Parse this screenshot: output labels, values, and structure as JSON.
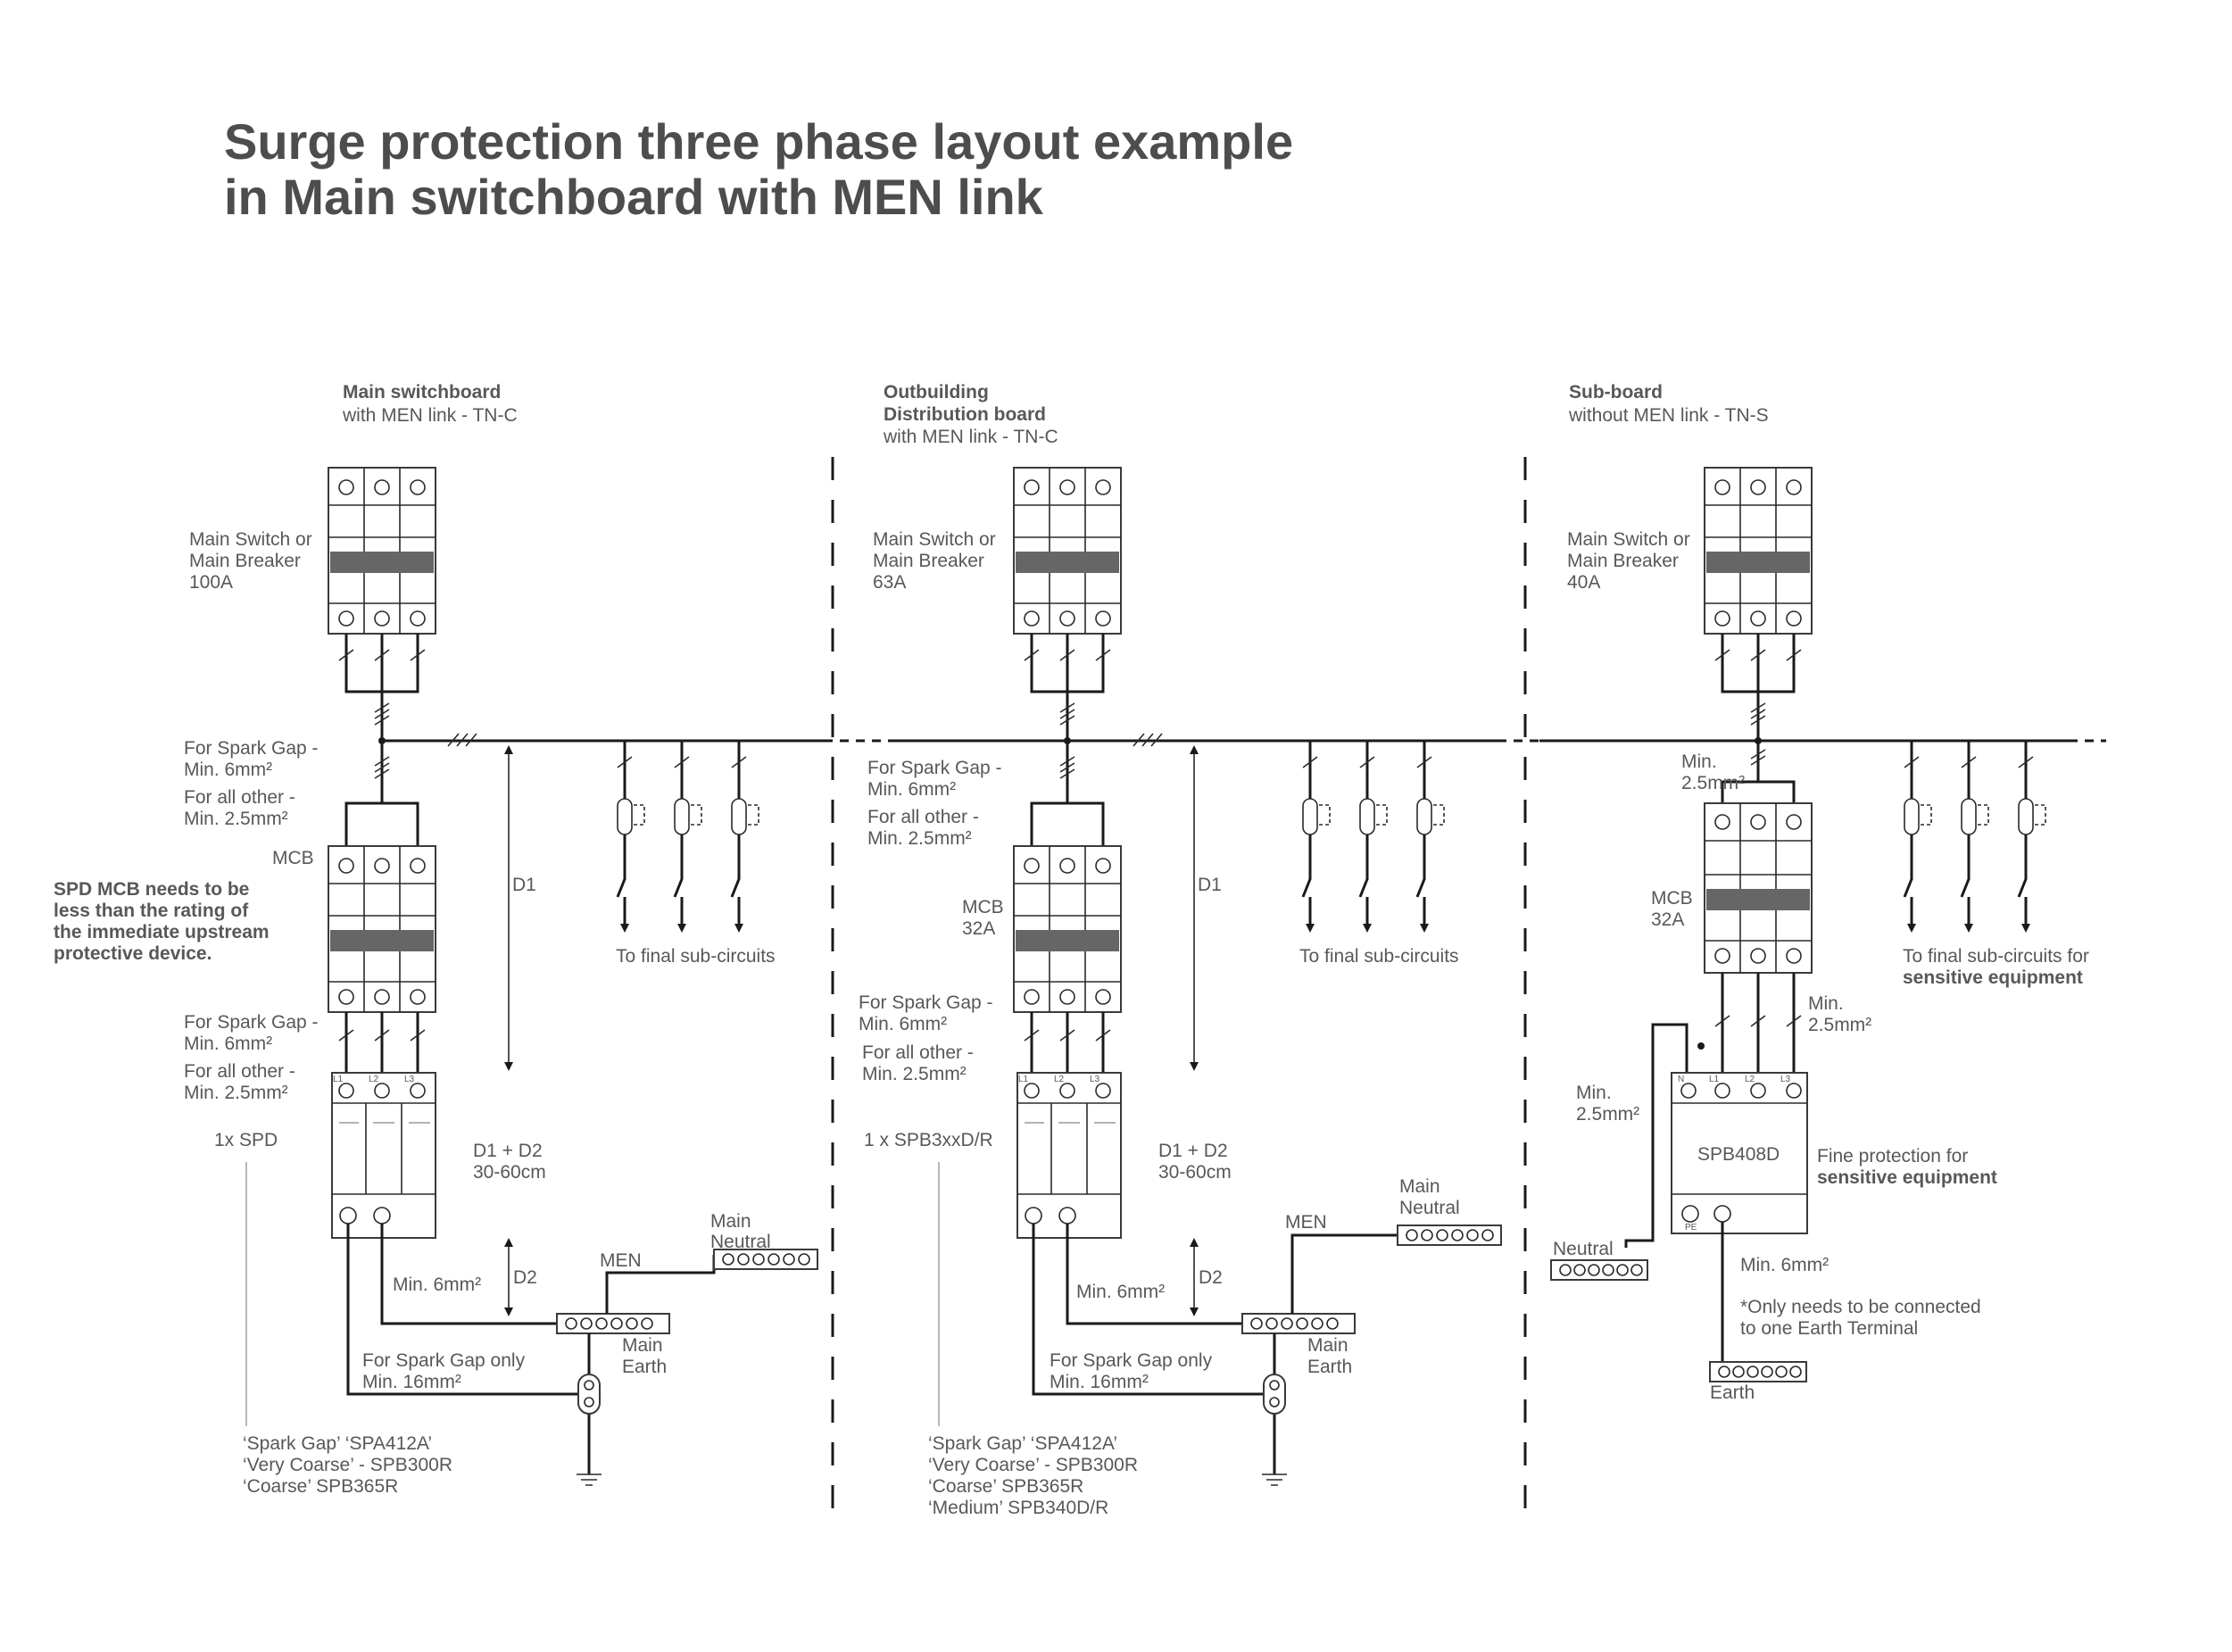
{
  "title": {
    "line1": "Surge protection three phase layout example",
    "line2": "in Main switchboard with MEN link"
  },
  "main": {
    "heading": "Main switchboard",
    "subheading": "with MEN link - TN-C",
    "main_switch": [
      "Main Switch or",
      "Main Breaker",
      "100A"
    ],
    "cable_note": [
      "For Spark Gap -",
      "Min. 6mm²",
      "For all other -",
      "Min. 2.5mm²"
    ],
    "mcb": "MCB",
    "spd_note": [
      "SPD MCB needs to be",
      "less than the rating of",
      "the immediate upstream",
      "protective device."
    ],
    "cable_note2": [
      "For Spark Gap -",
      "Min. 6mm²",
      "For all other -",
      "Min. 2.5mm²"
    ],
    "spd_count": "1x SPD",
    "d1": "D1",
    "d1d2": [
      "D1 + D2",
      "30-60cm"
    ],
    "d2": "D2",
    "min6": "Min. 6mm²",
    "men": "MEN",
    "main_neutral": [
      "Main",
      "Neutral"
    ],
    "main_earth": [
      "Main",
      "Earth"
    ],
    "spark_gap_only": [
      "For Spark Gap only",
      "Min. 16mm²"
    ],
    "to_final": "To final sub-circuits",
    "products": [
      "‘Spark Gap’ ‘SPA412A’",
      "‘Very Coarse’ - SPB300R",
      "‘Coarse’ SPB365R"
    ],
    "terminals": [
      "L1",
      "L2",
      "L3"
    ]
  },
  "outbuilding": {
    "heading": [
      "Outbuilding",
      "Distribution board"
    ],
    "subheading": "with MEN link - TN-C",
    "main_switch": [
      "Main Switch or",
      "Main Breaker",
      "63A"
    ],
    "cable_note": [
      "For Spark Gap -",
      "Min. 6mm²",
      "For all other -",
      "Min. 2.5mm²"
    ],
    "mcb": [
      "MCB",
      "32A"
    ],
    "cable_note2": [
      "For Spark Gap -",
      "Min. 6mm²",
      "For all other -",
      "Min. 2.5mm²"
    ],
    "spd_count": "1 x SPB3xxD/R",
    "d1": "D1",
    "d1d2": [
      "D1 + D2",
      "30-60cm"
    ],
    "d2": "D2",
    "min6": "Min. 6mm²",
    "men": "MEN",
    "main_neutral": [
      "Main",
      "Neutral"
    ],
    "main_earth": [
      "Main",
      "Earth"
    ],
    "spark_gap_only": [
      "For Spark Gap only",
      "Min. 16mm²"
    ],
    "to_final": "To final sub-circuits",
    "products": [
      "‘Spark Gap’ ‘SPA412A’",
      "‘Very Coarse’ - SPB300R",
      "‘Coarse’ SPB365R",
      "‘Medium’ SPB340D/R"
    ],
    "terminals": [
      "L1",
      "L2",
      "L3"
    ]
  },
  "sub": {
    "heading": "Sub-board",
    "subheading": "without MEN link - TN-S",
    "main_switch": [
      "Main Switch or",
      "Main Breaker",
      "40A"
    ],
    "min25_top": [
      "Min.",
      "2.5mm²"
    ],
    "mcb": [
      "MCB",
      "32A"
    ],
    "min25_right": [
      "Min.",
      "2.5mm²"
    ],
    "min25_left": [
      "Min.",
      "2.5mm²"
    ],
    "spd_model": "SPB408D",
    "fine": [
      "Fine protection for",
      "sensitive equipment"
    ],
    "neutral": "Neutral",
    "min6": "Min. 6mm²",
    "earth_note": [
      "*Only needs to be connected",
      "to one Earth Terminal"
    ],
    "earth": "Earth",
    "to_final": [
      "To final sub-circuits for",
      "sensitive equipment"
    ],
    "terminals": [
      "N",
      "L1",
      "L2",
      "L3"
    ],
    "pe": "PE"
  }
}
